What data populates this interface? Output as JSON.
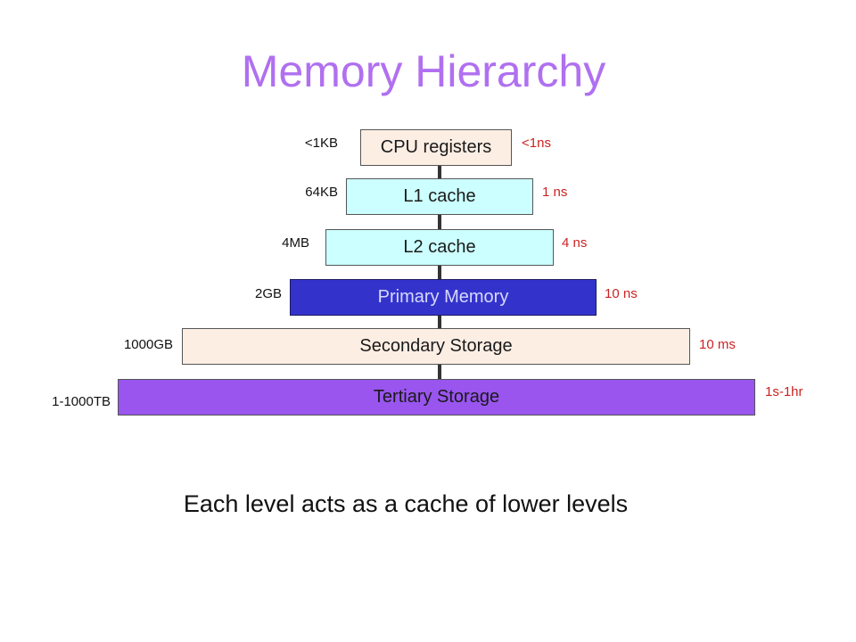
{
  "title": "Memory Hierarchy",
  "caption": "Each level acts as a cache of lower levels",
  "colors": {
    "title": "#b070f0",
    "time_labels": "#cc2222",
    "cpu_registers_fill": "#fdeee4",
    "cache_fill": "#ccffff",
    "primary_memory_fill": "#3333cc",
    "secondary_storage_fill": "#fdeee4",
    "tertiary_storage_fill": "#9955ee"
  },
  "levels": [
    {
      "name": "CPU registers",
      "size": "<1KB",
      "access_time": "<1ns"
    },
    {
      "name": "L1 cache",
      "size": "64KB",
      "access_time": "1 ns"
    },
    {
      "name": "L2 cache",
      "size": "4MB",
      "access_time": "4 ns"
    },
    {
      "name": "Primary Memory",
      "size": "2GB",
      "access_time": "10 ns"
    },
    {
      "name": "Secondary Storage",
      "size": "1000GB",
      "access_time": "10 ms"
    },
    {
      "name": "Tertiary Storage",
      "size": "1-1000TB",
      "access_time": "1s-1hr"
    }
  ]
}
